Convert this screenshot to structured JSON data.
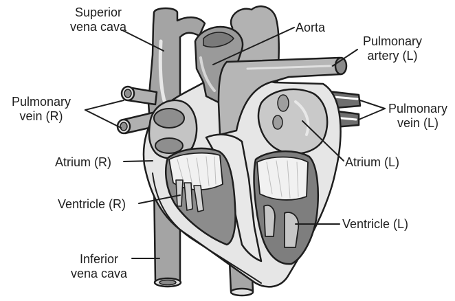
{
  "labels": {
    "superior_vena_cava": {
      "line1": "Superior",
      "line2": "vena cava"
    },
    "aorta": "Aorta",
    "pulmonary_artery_left": {
      "line1": "Pulmonary",
      "line2": "artery (L)"
    },
    "pulmonary_vein_right": {
      "line1": "Pulmonary",
      "line2": "vein (R)"
    },
    "pulmonary_vein_left": {
      "line1": "Pulmonary",
      "line2": "vein (L)"
    },
    "atrium_right": "Atrium (R)",
    "atrium_left": "Atrium (L)",
    "ventricle_right": "Ventricle (R)",
    "ventricle_left": "Ventricle (L)",
    "inferior_vena_cava": {
      "line1": "Inferior",
      "line2": "vena cava"
    }
  },
  "colors": {
    "outline": "#1e1e1e",
    "vessel_gray": "#a4a4a4",
    "chamber_dark": "#8a8a8a",
    "wall_light": "#e6e6e6",
    "muscle_light": "#c9c9c9",
    "valve_white": "#f3f3f3",
    "background": "#ffffff"
  }
}
